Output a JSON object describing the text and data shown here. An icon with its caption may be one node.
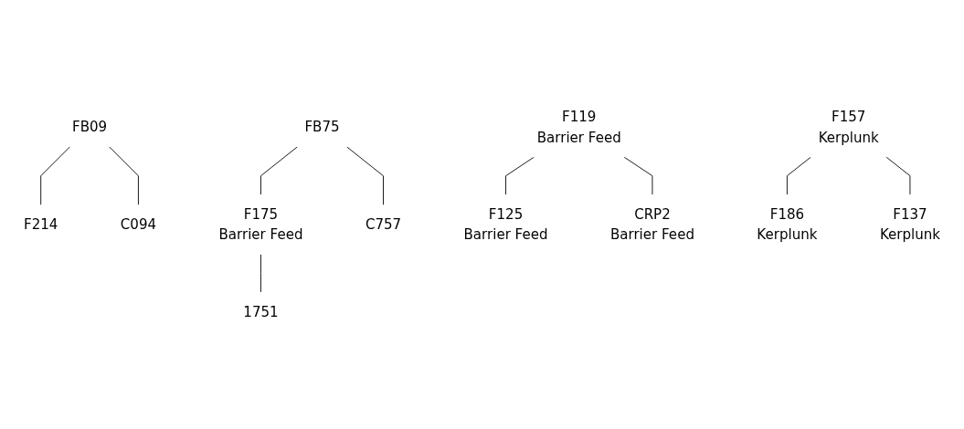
{
  "diagram": {
    "nodes": [
      {
        "text": [
          "FB09"
        ]
      },
      {
        "text": [
          "F214"
        ]
      },
      {
        "text": [
          "C094"
        ]
      },
      {
        "text": [
          "FB75"
        ]
      },
      {
        "text": [
          "F175",
          "Barrier Feed"
        ]
      },
      {
        "text": [
          "1751"
        ]
      },
      {
        "text": [
          "C757"
        ]
      },
      {
        "text": [
          "F119",
          "Barrier Feed"
        ]
      },
      {
        "text": [
          "F125",
          "Barrier Feed"
        ]
      },
      {
        "text": [
          "CRP2",
          "Barrier Feed"
        ]
      },
      {
        "text": [
          "F157",
          "Kerplunk"
        ]
      },
      {
        "text": [
          "F186",
          "Kerplunk"
        ]
      },
      {
        "text": [
          "F137",
          "Kerplunk"
        ]
      }
    ],
    "edges": [
      {
        "from": 0,
        "to": 1,
        "arrow": "none"
      },
      {
        "from": 0,
        "to": 2,
        "arrow": "none"
      },
      {
        "from": 3,
        "to": 4,
        "arrow": "none"
      },
      {
        "from": 3,
        "to": 6,
        "arrow": "none"
      },
      {
        "from": 4,
        "to": 5,
        "arrow": "none"
      },
      {
        "from": 7,
        "to": 8,
        "arrow": "none"
      },
      {
        "from": 7,
        "to": 9,
        "arrow": "none"
      },
      {
        "from": 10,
        "to": 11,
        "arrow": "none"
      },
      {
        "from": 10,
        "to": 12,
        "arrow": "none"
      }
    ]
  }
}
